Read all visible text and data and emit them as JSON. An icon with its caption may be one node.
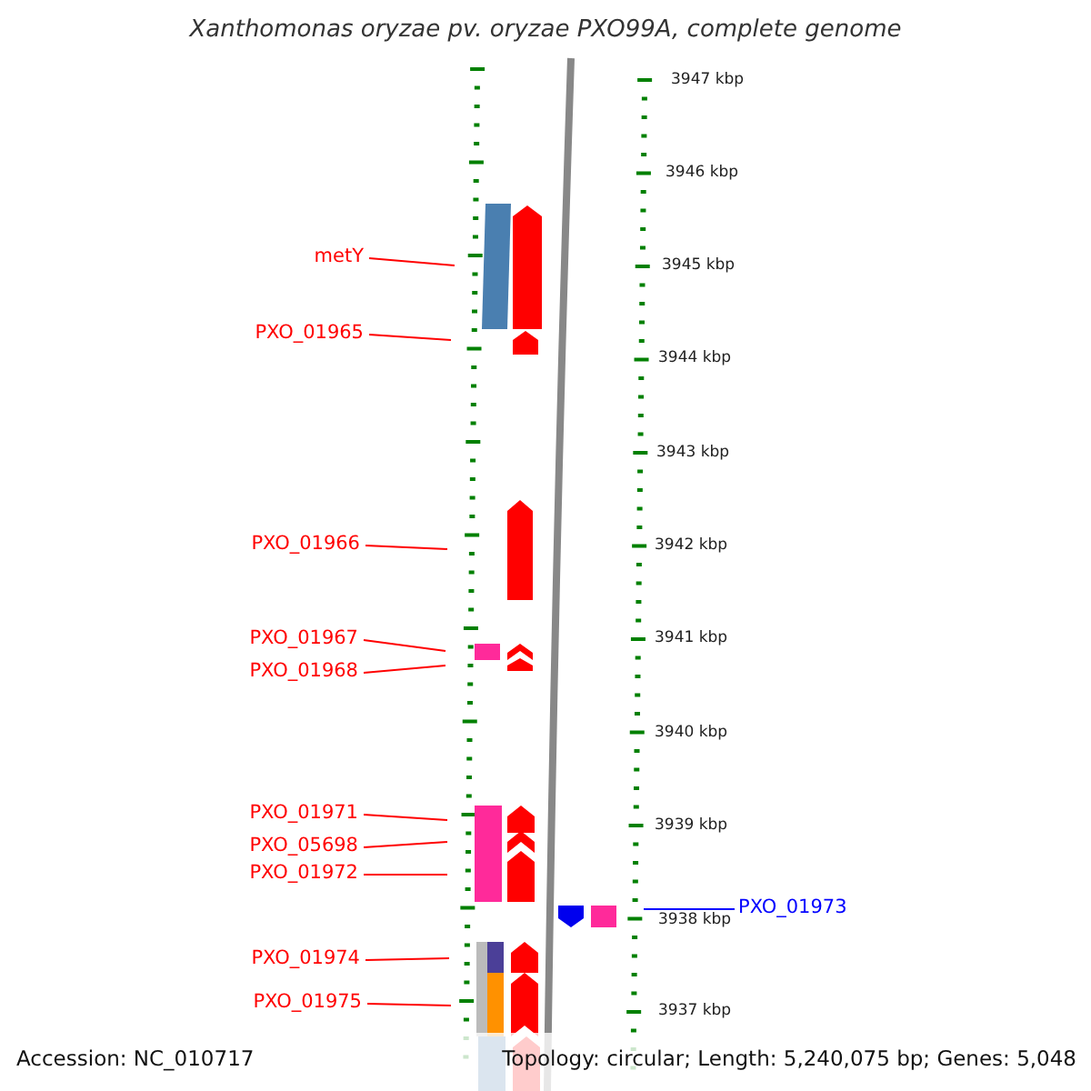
{
  "diagram": {
    "title": "Xanthomonas oryzae pv. oryzae PXO99A, complete genome",
    "nodes": [
      {
        "text": [
          "metY"
        ]
      },
      {
        "text": [
          "PXO_01965"
        ]
      },
      {
        "text": [
          "PXO_01966"
        ]
      },
      {
        "text": [
          "PXO_01967"
        ]
      },
      {
        "text": [
          "PXO_01968"
        ]
      },
      {
        "text": [
          "PXO_01971"
        ]
      },
      {
        "text": [
          "PXO_05698"
        ]
      },
      {
        "text": [
          "PXO_01972"
        ]
      },
      {
        "text": [
          "PXO_01973"
        ]
      },
      {
        "text": [
          "PXO_01974"
        ]
      },
      {
        "text": [
          "PXO_01975"
        ]
      }
    ],
    "edges": [
      {
        "from": 0,
        "to": null,
        "arrow": "none"
      },
      {
        "from": 1,
        "to": null,
        "arrow": "none"
      },
      {
        "from": 2,
        "to": null,
        "arrow": "none"
      },
      {
        "from": 3,
        "to": null,
        "arrow": "none"
      },
      {
        "from": 4,
        "to": null,
        "arrow": "none"
      },
      {
        "from": 5,
        "to": null,
        "arrow": "none"
      },
      {
        "from": 6,
        "to": null,
        "arrow": "none"
      },
      {
        "from": 7,
        "to": null,
        "arrow": "none"
      },
      {
        "from": 8,
        "to": null,
        "arrow": "none",
        "color": "#0000ff"
      },
      {
        "from": 9,
        "to": null,
        "arrow": "none"
      },
      {
        "from": 10,
        "to": null,
        "arrow": "none"
      }
    ],
    "labels": [
      "3947 kbp",
      "3946 kbp",
      "3945 kbp",
      "3944 kbp",
      "3943 kbp",
      "3942 kbp",
      "3941 kbp",
      "3940 kbp",
      "3939 kbp",
      "3938 kbp",
      "3937 kbp",
      "Accession: NC_010717",
      "Topology: circular; Length: 5,240,075 bp; Genes: 5,048"
    ]
  }
}
